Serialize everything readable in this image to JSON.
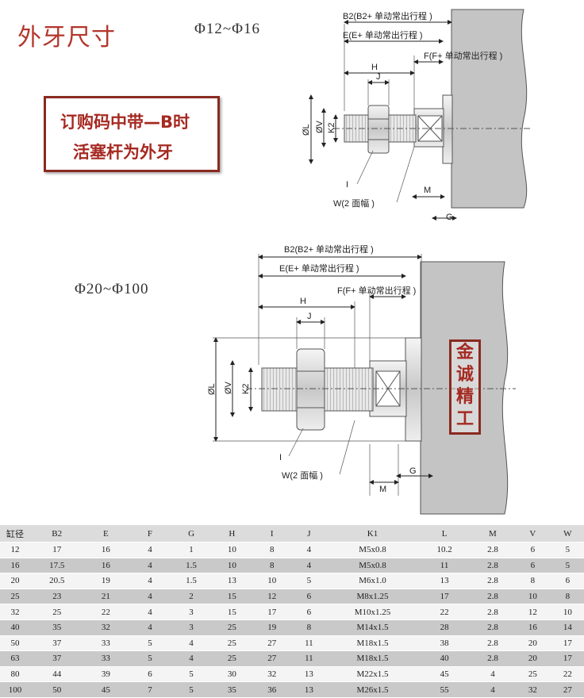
{
  "title": "外牙尺寸",
  "range_small": "Φ12~Φ16",
  "range_large": "Φ20~Φ100",
  "note": {
    "line1": "订购码中带—B时",
    "line2": "活塞杆为外牙"
  },
  "brand": [
    "金",
    "诚",
    "精",
    "工"
  ],
  "labels": {
    "b2": "B2(B2+ 单动常出行程 )",
    "e": "E(E+ 单动常出行程 )",
    "f": "F(F+ 单动常出行程 )",
    "h": "H",
    "j": "J",
    "l": "ØL",
    "v": "ØV",
    "k2": "K2",
    "i": "I",
    "w": "W(2 面幅 )",
    "m": "M",
    "g": "G"
  },
  "colors": {
    "accent": "#b3362b",
    "wall": "#c4c4c4"
  },
  "table": {
    "headers": [
      "缸径",
      "B2",
      "E",
      "F",
      "G",
      "H",
      "I",
      "J",
      "K1",
      "L",
      "M",
      "V",
      "W"
    ],
    "rows": [
      [
        "12",
        "17",
        "16",
        "4",
        "1",
        "10",
        "8",
        "4",
        "M5x0.8",
        "10.2",
        "2.8",
        "6",
        "5"
      ],
      [
        "16",
        "17.5",
        "16",
        "4",
        "1.5",
        "10",
        "8",
        "4",
        "M5x0.8",
        "11",
        "2.8",
        "6",
        "5"
      ],
      [
        "20",
        "20.5",
        "19",
        "4",
        "1.5",
        "13",
        "10",
        "5",
        "M6x1.0",
        "13",
        "2.8",
        "8",
        "6"
      ],
      [
        "25",
        "23",
        "21",
        "4",
        "2",
        "15",
        "12",
        "6",
        "M8x1.25",
        "17",
        "2.8",
        "10",
        "8"
      ],
      [
        "32",
        "25",
        "22",
        "4",
        "3",
        "15",
        "17",
        "6",
        "M10x1.25",
        "22",
        "2.8",
        "12",
        "10"
      ],
      [
        "40",
        "35",
        "32",
        "4",
        "3",
        "25",
        "19",
        "8",
        "M14x1.5",
        "28",
        "2.8",
        "16",
        "14"
      ],
      [
        "50",
        "37",
        "33",
        "5",
        "4",
        "25",
        "27",
        "11",
        "M18x1.5",
        "38",
        "2.8",
        "20",
        "17"
      ],
      [
        "63",
        "37",
        "33",
        "5",
        "4",
        "25",
        "27",
        "11",
        "M18x1.5",
        "40",
        "2.8",
        "20",
        "17"
      ],
      [
        "80",
        "44",
        "39",
        "6",
        "5",
        "30",
        "32",
        "13",
        "M22x1.5",
        "45",
        "4",
        "25",
        "22"
      ],
      [
        "100",
        "50",
        "45",
        "7",
        "5",
        "35",
        "36",
        "13",
        "M26x1.5",
        "55",
        "4",
        "32",
        "27"
      ]
    ]
  }
}
